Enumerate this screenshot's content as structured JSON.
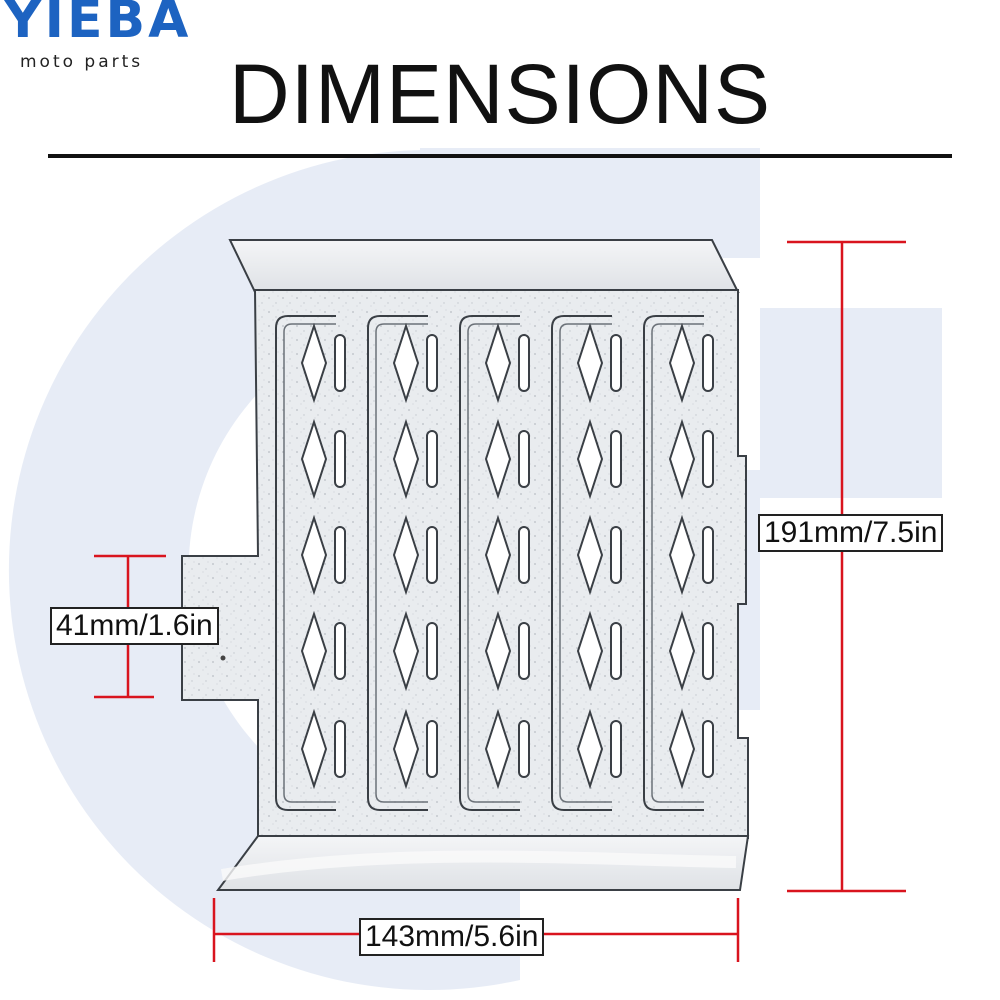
{
  "brand": {
    "name": "YIEBA",
    "tagline": "moto parts",
    "color": "#1d63c1"
  },
  "heading": "DIMENSIONS",
  "dimensions": {
    "height": "191mm/7.5in",
    "tab": "41mm/1.6in",
    "width": "143mm/5.6in"
  },
  "colors": {
    "dimension_line": "#d9141e",
    "watermark": "#dfe6f3"
  }
}
